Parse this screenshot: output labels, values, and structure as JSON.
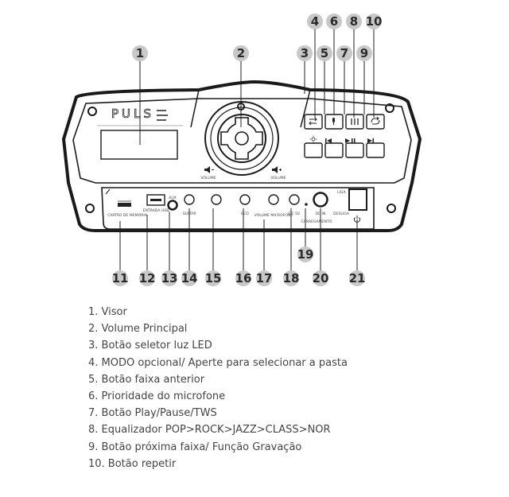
{
  "device": {
    "brand": "PULS",
    "top_labels": {
      "volume_minus": "VOLUME",
      "volume_plus": "VOLUME"
    },
    "panel_labels": {
      "memory_card": "CARTÃO DE MEMÓRIA",
      "usb_input": "ENTRADA USB",
      "aux": "AUX",
      "guitar": "GUITAR",
      "echo": "ECO",
      "volume_mic": "VOLUME MICROFONE",
      "dc_in": "DC 5V",
      "dc_in_sub": "DC IN",
      "charging_led": "CARREGAMENTO",
      "power_on": "LIGA",
      "power_off": "DESLIGA"
    }
  },
  "callouts": [
    "1",
    "2",
    "3",
    "4",
    "5",
    "6",
    "7",
    "8",
    "9",
    "10",
    "11",
    "12",
    "13",
    "14",
    "15",
    "16",
    "17",
    "18",
    "19",
    "20",
    "21"
  ],
  "legend": [
    "1. Visor",
    "2. Volume Principal",
    "3. Botão seletor luz LED",
    "4. MODO opcional/ Aperte para selecionar a pasta",
    "5. Botão faixa anterior",
    "6. Prioridade do microfone",
    "7. Botão Play/Pause/TWS",
    "8. Equalizador POP>ROCK>JAZZ>CLASS>NOR",
    "9. Botão próxima faixa/ Função Gravação",
    "10. Botão repetir"
  ],
  "colors": {
    "callout_fill": "#c8c8c8",
    "line": "#1a1a1a",
    "text": "#444444"
  },
  "icons": [
    "mode-icon",
    "mic-icon",
    "eq-icon",
    "repeat-icon",
    "led-icon",
    "prev-track-icon",
    "play-pause-icon",
    "next-track-icon",
    "volume-down-icon",
    "volume-up-icon",
    "power-icon"
  ]
}
